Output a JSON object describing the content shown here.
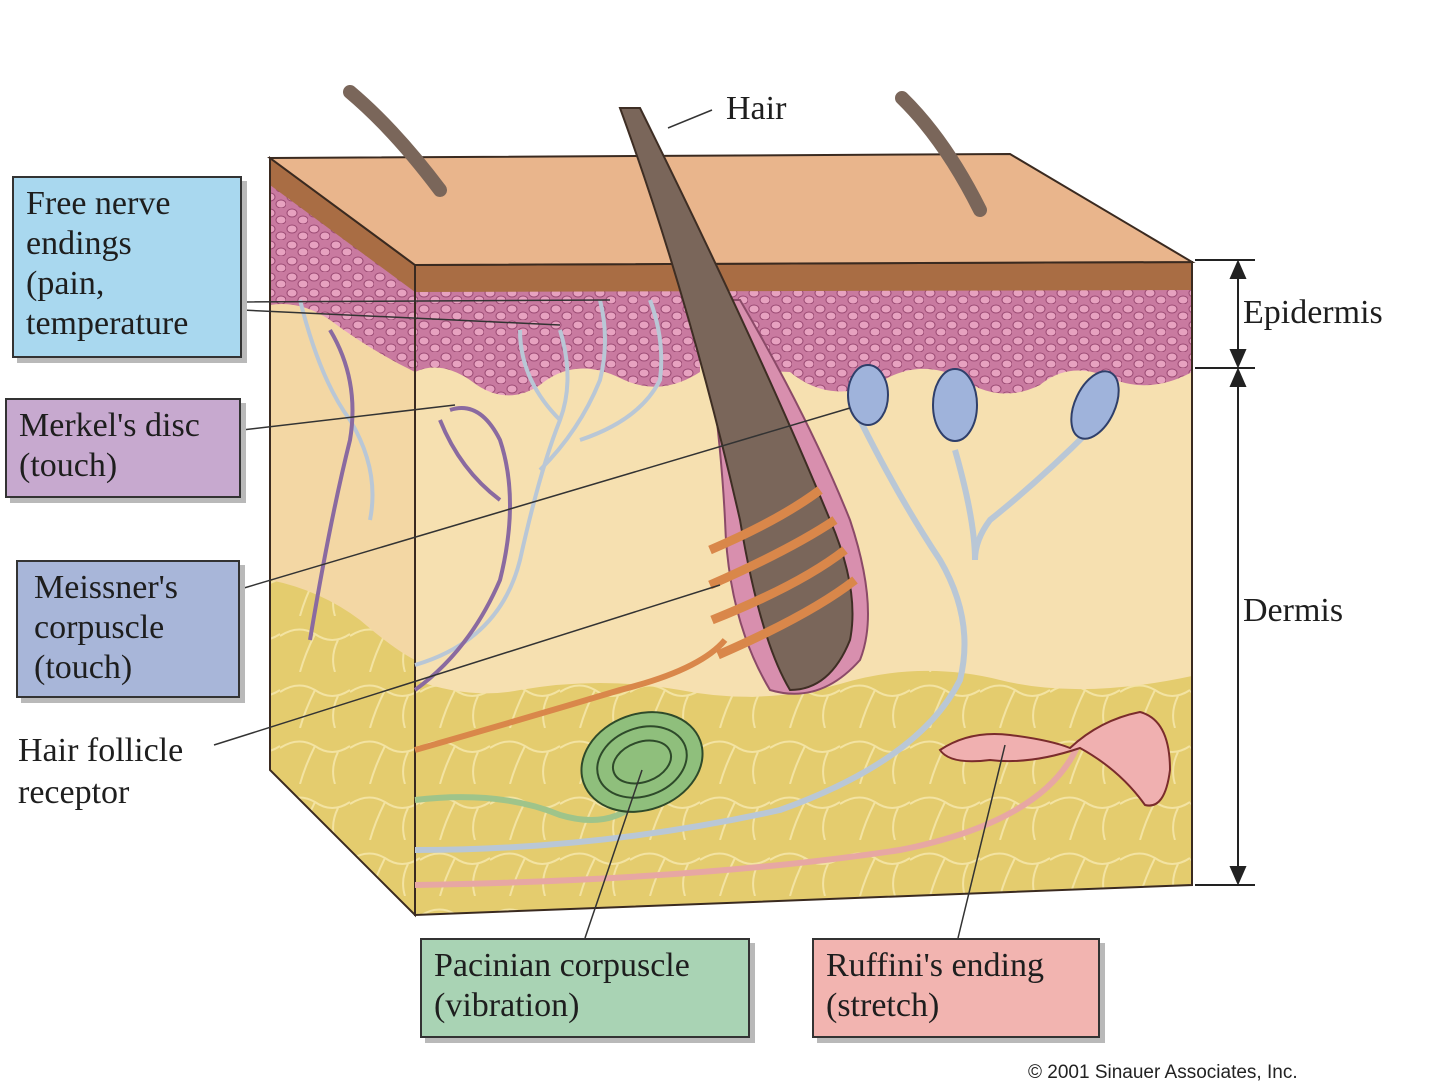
{
  "labels": {
    "hair": "Hair",
    "epidermis": "Epidermis",
    "dermis": "Dermis",
    "free_nerve": [
      "Free nerve",
      "endings",
      "(pain,",
      "temperature"
    ],
    "merkel": [
      "Merkel's disc",
      "(touch)"
    ],
    "meissner": [
      "Meissner's",
      "corpuscle",
      "(touch)"
    ],
    "hair_follicle": [
      "Hair follicle",
      "receptor"
    ],
    "pacinian": [
      "Pacinian corpuscle",
      "(vibration)"
    ],
    "ruffini": [
      "Ruffini's ending",
      "(stretch)"
    ]
  },
  "copyright": "© 2001 Sinauer Associates, Inc.",
  "colors": {
    "surface": "#e9b58c",
    "epidermis": "#c97aa0",
    "dermis": "#f6e0b0",
    "fat": "#e4cc6e",
    "hair": "#7a665a",
    "follicle_ring": "#d9874a",
    "free_nerve_box": "#a9d8ef",
    "merkel_box": "#c7a9cf",
    "meissner_box": "#a8b6d9",
    "pacinian_box": "#a9d3b4",
    "ruffini_box": "#f2b4b0"
  }
}
